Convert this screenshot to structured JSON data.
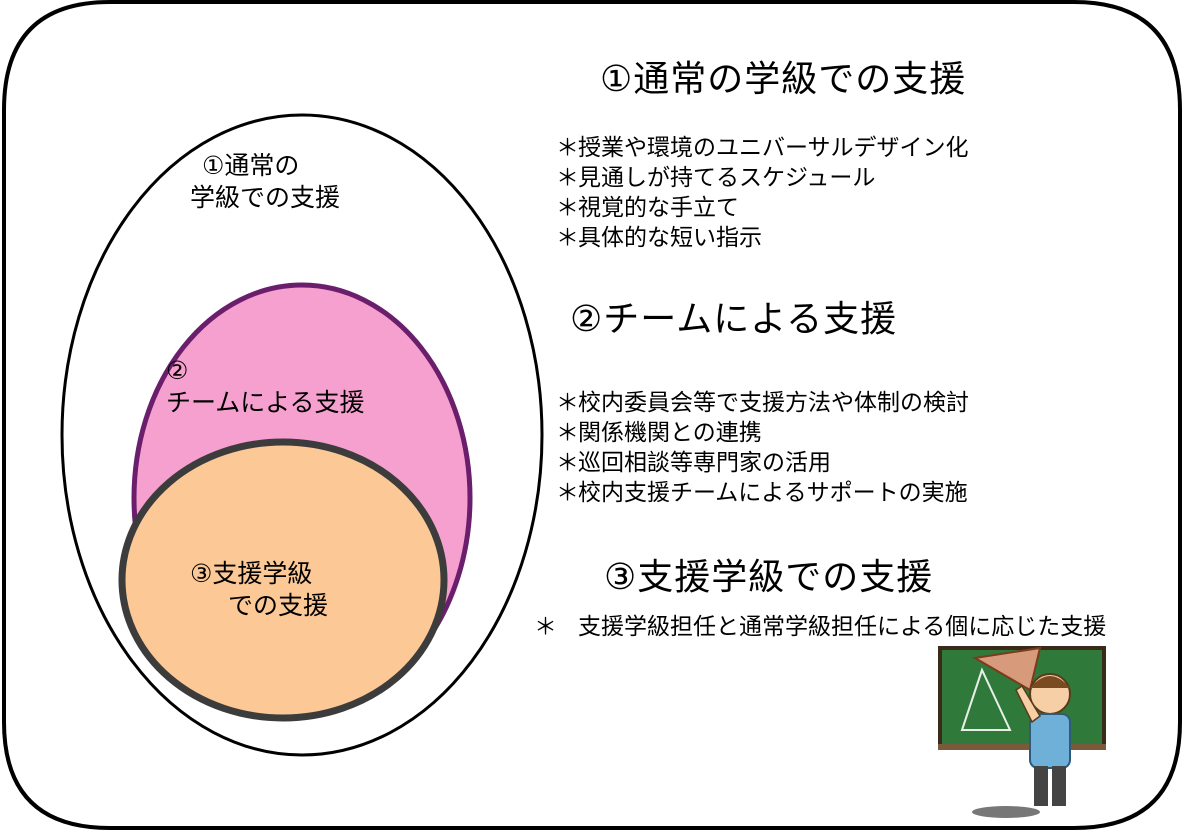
{
  "outer": {
    "label1": [
      "①通常の",
      "学級での支援"
    ],
    "label2": [
      "②",
      "チームによる支援"
    ],
    "label3": [
      "③支援学級",
      "での支援"
    ]
  },
  "sections": [
    {
      "title": "①通常の学級での支援",
      "bullet": "＊",
      "items": [
        "授業や環境のユニバーサルデザイン化",
        "見通しが持てるスケジュール",
        "視覚的な手立て",
        "具体的な短い指示"
      ]
    },
    {
      "title": "②チームによる支援",
      "bullet": "＊",
      "items": [
        "校内委員会等で支援方法や体制の検討",
        "関係機関との連携",
        "巡回相談等専門家の活用",
        "校内支援チームによるサポートの実施"
      ]
    },
    {
      "title": "③支援学級での支援",
      "bullet": "＊",
      "items": [
        "支援学級担任と通常学級担任による個に応じた支援"
      ]
    }
  ],
  "colors": {
    "outer_oval_stroke": "#000000",
    "middle_oval_fill": "#f6a0cf",
    "middle_oval_stroke": "#6b1e6b",
    "inner_oval_fill": "#fbc896",
    "inner_oval_stroke": "#3c3c3c",
    "blackboard": "#2f7a3a"
  },
  "illustration": "teacher-at-blackboard"
}
